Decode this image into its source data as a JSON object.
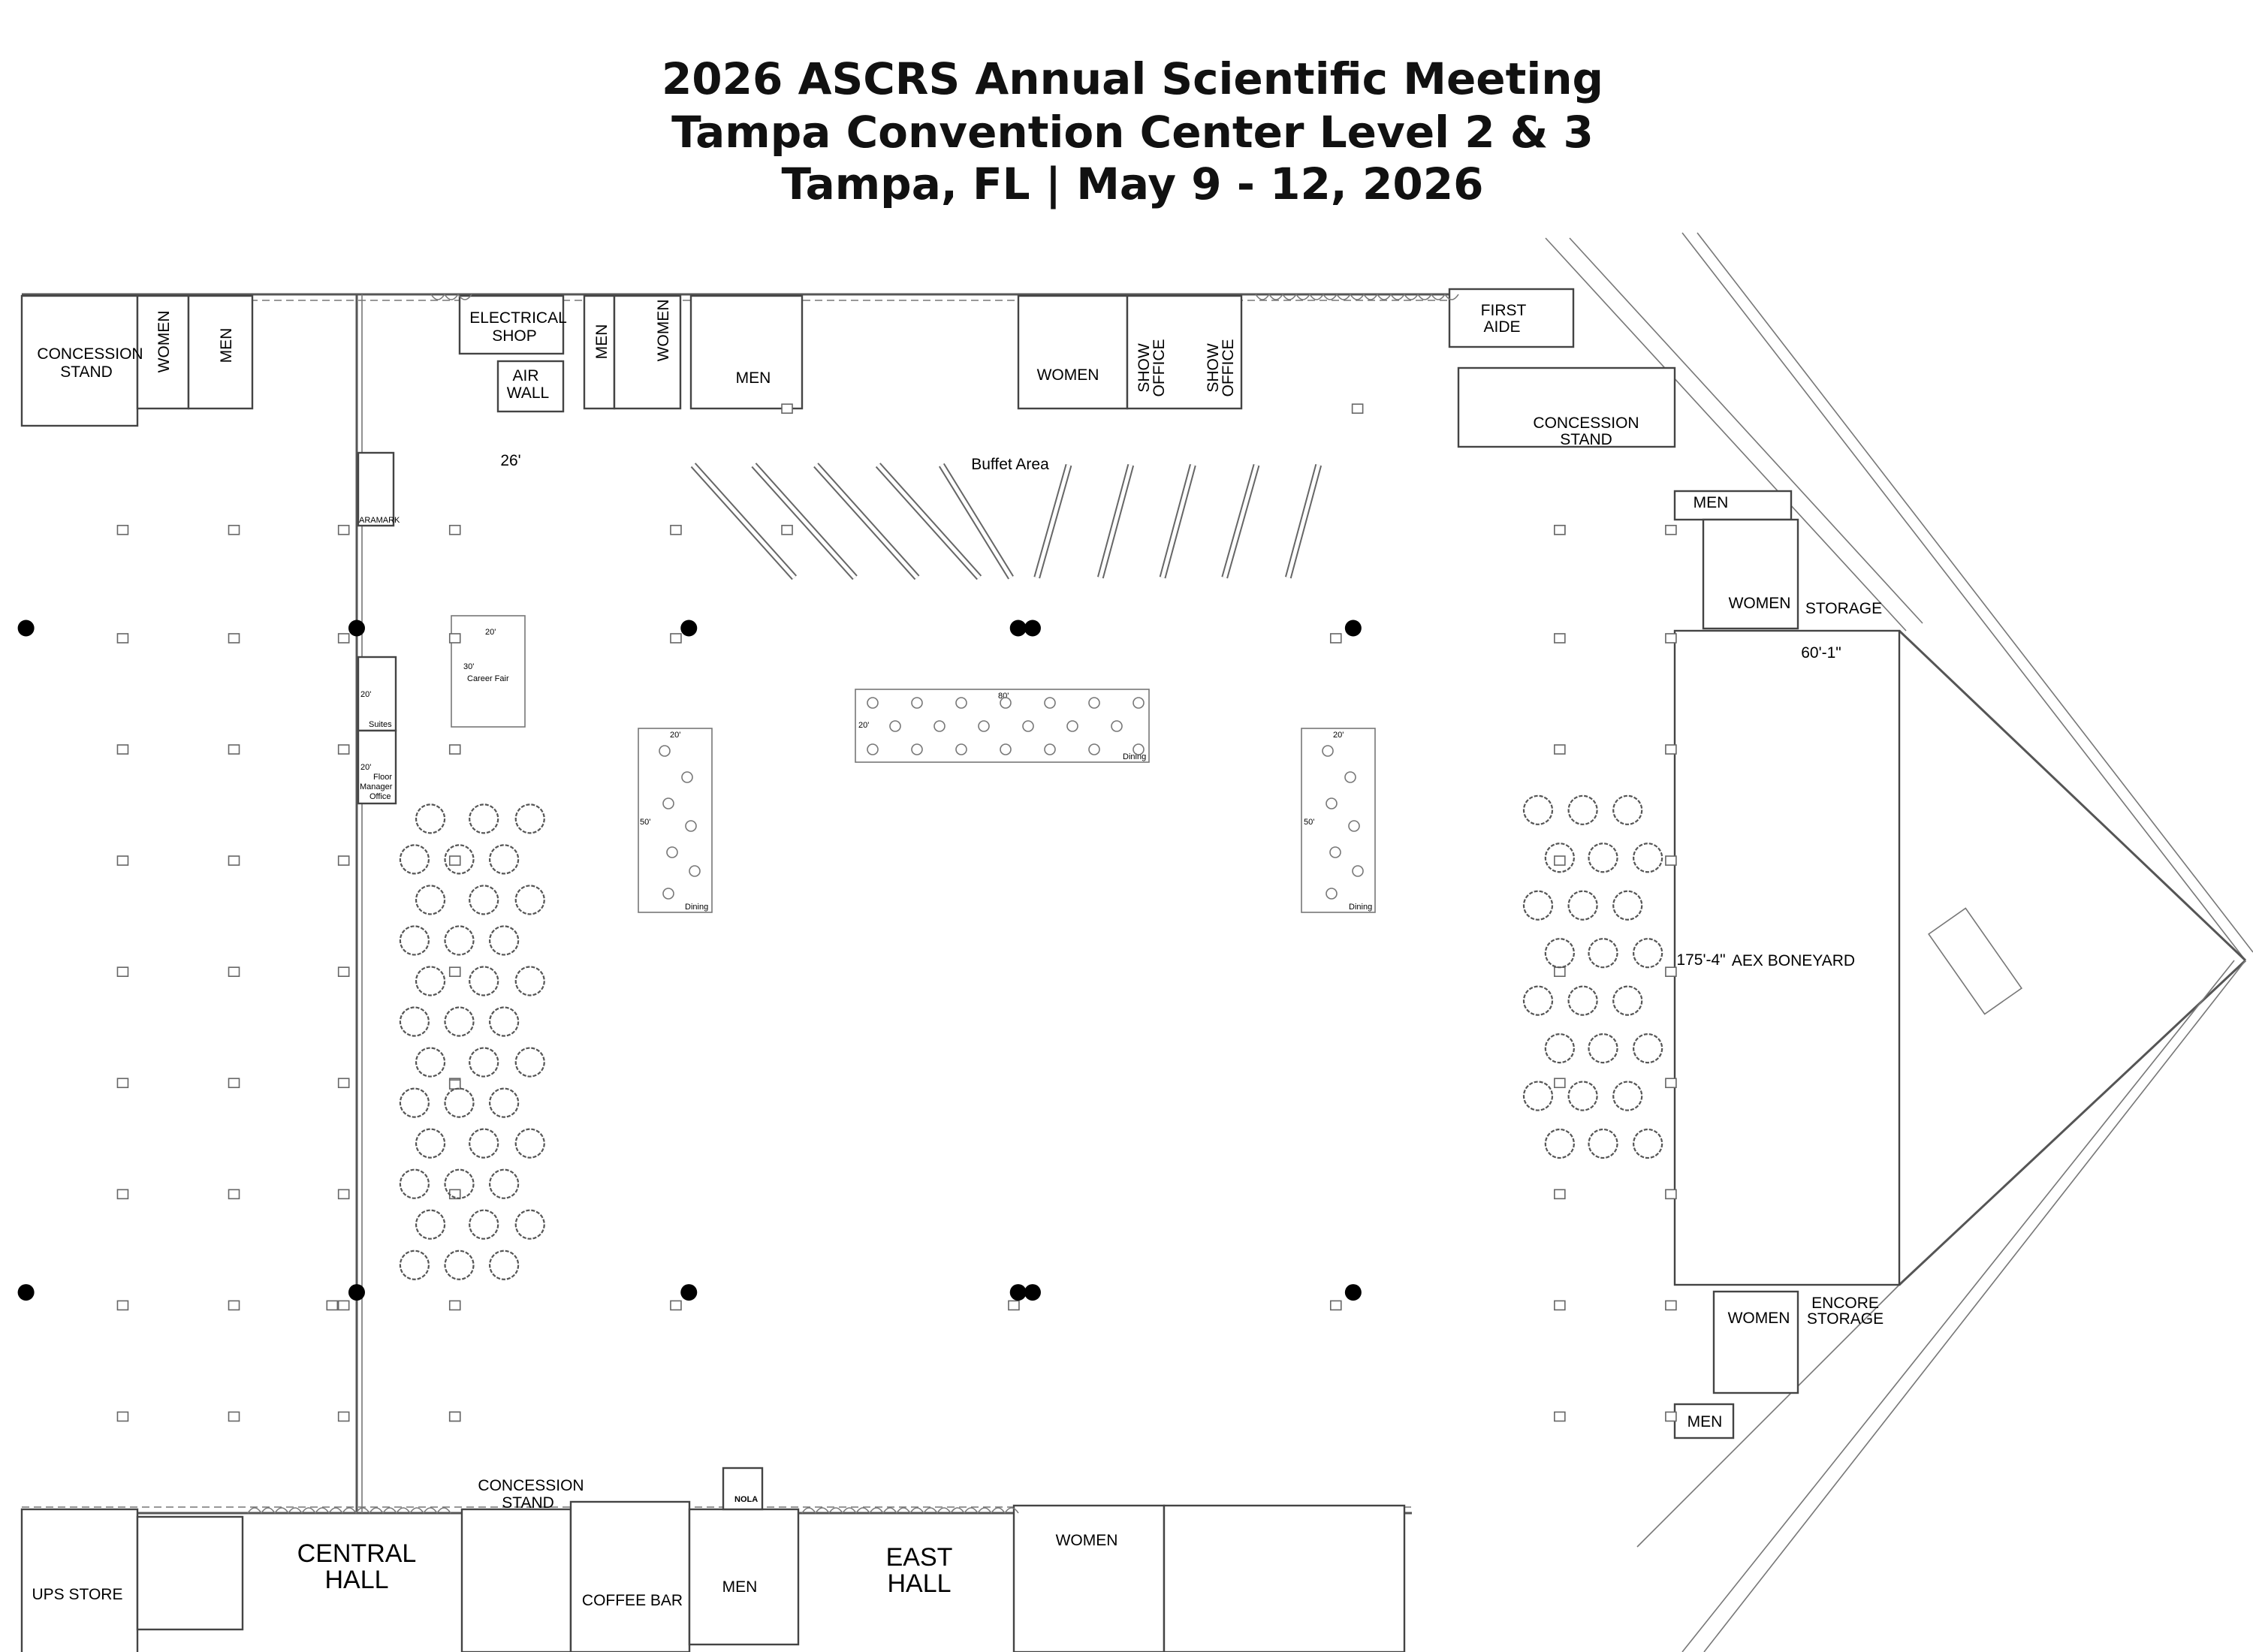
{
  "title": {
    "line1": "2026 ASCRS Annual Scientific Meeting",
    "line2": "Tampa Convention Center Level 2 & 3",
    "line3": "Tampa, FL | May 9 - 12, 2026"
  },
  "labels": {
    "concession_stand_top_left": [
      "CONCESSION",
      "STAND"
    ],
    "women_top_left": "WOMEN",
    "men_top_left": "MEN",
    "electrical_shop": [
      "ELECTRICAL",
      "SHOP"
    ],
    "air_wall": [
      "AIR",
      "WALL"
    ],
    "men_top_vertical": "MEN",
    "women_top_vertical": "WOMEN",
    "men_top": "MEN",
    "women_top": "WOMEN",
    "show_office_1": [
      "SHOW",
      "OFFICE"
    ],
    "show_office_2": [
      "SHOW",
      "OFFICE"
    ],
    "first_aide": [
      "FIRST",
      "AIDE"
    ],
    "concession_stand_top_right": [
      "CONCESSION",
      "STAND"
    ],
    "men_right": "MEN",
    "women_right": "WOMEN",
    "storage": "STORAGE",
    "boneyard_width": "60'-1\"",
    "boneyard_length": "175'-4\"",
    "aex_boneyard": "AEX BONEYARD",
    "encore_storage": [
      "ENCORE",
      "STORAGE"
    ],
    "women_lower_right": "WOMEN",
    "men_lower_right": "MEN",
    "ups_store": "UPS STORE",
    "central_hall": [
      "CENTRAL",
      "HALL"
    ],
    "concession_stand_bottom": [
      "CONCESSION",
      "STAND"
    ],
    "coffee_bar": "COFFEE BAR",
    "nola": "NOLA",
    "men_bottom": "MEN",
    "east_hall": [
      "EAST",
      "HALL"
    ],
    "women_bottom": "WOMEN",
    "buffet_area": "Buffet Area",
    "dimension_26": "26'",
    "aramark": "ARAMARK",
    "suites": "Suites",
    "suites_dim": "20'",
    "floor_manager_office": [
      "Floor",
      "Manager",
      "Office"
    ],
    "floor_manager_dim": "20'",
    "career_fair": "Career Fair",
    "career_fair_width": "20'",
    "career_fair_length": "30'",
    "dining_center": "Dining",
    "dining_center_length": "80'",
    "dining_center_width": "20'",
    "dining_left": "Dining",
    "dining_left_width": "20'",
    "dining_left_length": "50'",
    "dining_right": "Dining",
    "dining_right_width": "20'",
    "dining_right_length": "50'"
  }
}
